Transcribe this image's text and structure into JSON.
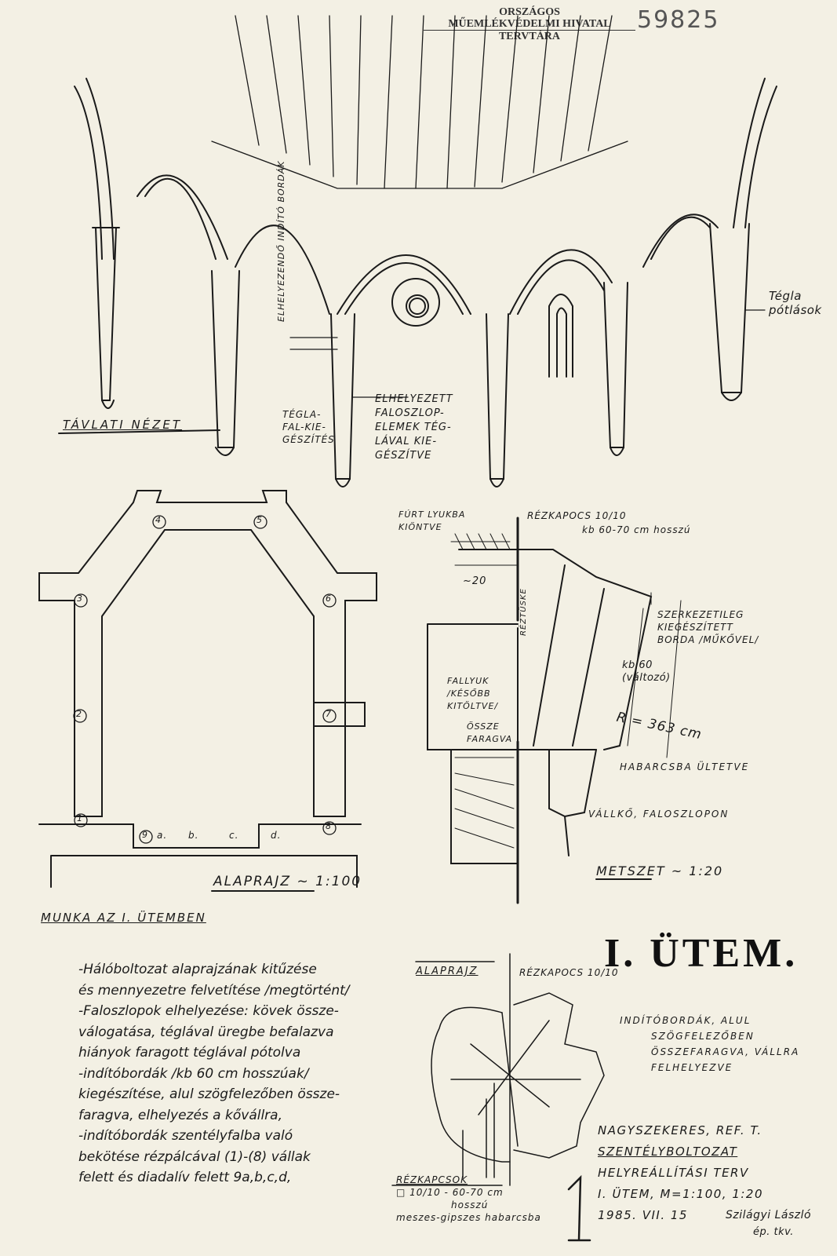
{
  "stamp": {
    "line1": "ORSZÁGOS",
    "line2": "MŰEMLÉKVÉDELMI HIVATAL",
    "line3": "TERVTÁRA",
    "number": "59825"
  },
  "elevation": {
    "title": "TÁVLATI NÉZET",
    "label_ribs": "ELHELYEZENDŐ INDÍTÓ BORDÁK",
    "label_brick_wall": [
      "TÉGLA-",
      "FAL-KIE-",
      "GÉSZÍTÉS"
    ],
    "label_placed_elements": [
      "ELHELYEZETT",
      "FALOSZLOP-",
      "ELEMEK TÉG-",
      "LÁVAL KIE-",
      "GÉSZÍTVE"
    ],
    "label_brick_patch": [
      "Tégla",
      "pótlások"
    ]
  },
  "plan": {
    "title": "ALAPRAJZ ~ 1:100",
    "nodes": [
      "1",
      "2",
      "3",
      "4",
      "5",
      "6",
      "7",
      "8",
      "9"
    ],
    "arch_labels": [
      "a.",
      "b.",
      "c.",
      "d."
    ]
  },
  "section": {
    "title": "METSZET ~ 1:20",
    "label_drilled": [
      "FÚRT LYUKBA",
      "KIÖNTVE"
    ],
    "label_clamp": [
      "RÉZKAPOCS 10/10",
      "kb 60-70 cm hosszú"
    ],
    "dim_20": "~20",
    "label_pin": "RÉZTÜSKE",
    "label_rib": [
      "SZERKEZETILEG",
      "KIEGÉSZÍTETT",
      "BORDA /MŰKŐVEL/"
    ],
    "dim_60": [
      "kb 60",
      "(változó)"
    ],
    "label_radius": "R = 363 cm",
    "label_hole": [
      "FALLYUK",
      "/KÉSŐBB",
      "KITÖLTVE/"
    ],
    "label_carved": [
      "ÖSSZE",
      "FARAGVA"
    ],
    "label_mortar": "HABARCSBA ÜLTETVE",
    "label_capital": "VÁLLKŐ, FALOSZLOPON"
  },
  "work_notes": {
    "title": "MUNKA AZ I. ÜTEMBEN",
    "lines": [
      "-Hálóboltozat alaprajzának kitűzése",
      " és mennyezetre felvetítése /megtörtént/",
      "-Faloszlopok elhelyezése: kövek össze-",
      " válogatása, téglával üregbe befalazva",
      " hiányok faragott téglával pótolva",
      "-indítóbordák /kb 60 cm hosszúak/",
      " kiegészítése, alul szögfelezőben össze-",
      " faragva, elhelyezés a kővállra,",
      "-indítóbordák szentélyfalba való",
      " bekötése rézpálcával (1)-(8) vállak",
      " felett és diadalív felett 9a,b,c,d,"
    ]
  },
  "detail_plan": {
    "title": "ALAPRAJZ",
    "label_clamp": "RÉZKAPOCS 10/10",
    "label_ribs": [
      "INDÍTÓBORDÁK, ALUL",
      "SZÖGFELEZŐBEN",
      "ÖSSZEFARAGVA, VÁLLRA",
      "FELHELYEZVE"
    ],
    "label_clamps": [
      "RÉZKAPCSOK",
      "□ 10/10 - 60-70 cm",
      "hosszú",
      "meszes-gipszes habarcsba"
    ]
  },
  "heading": "I. ÜTEM.",
  "title_block": {
    "sheet_number": "1.",
    "lines": [
      "NAGYSZEKERES, REF. T.",
      "SZENTÉLYBOLTOZAT",
      "HELYREÁLLÍTÁSI TERV",
      "I. ÜTEM, M=1:100, 1:20",
      "1985. VII. 15"
    ],
    "signature": "Szilágyi László",
    "signature_sub": "ép. tkv."
  },
  "colors": {
    "paper": "#f3f0e4",
    "ink": "#1a1a1a"
  }
}
